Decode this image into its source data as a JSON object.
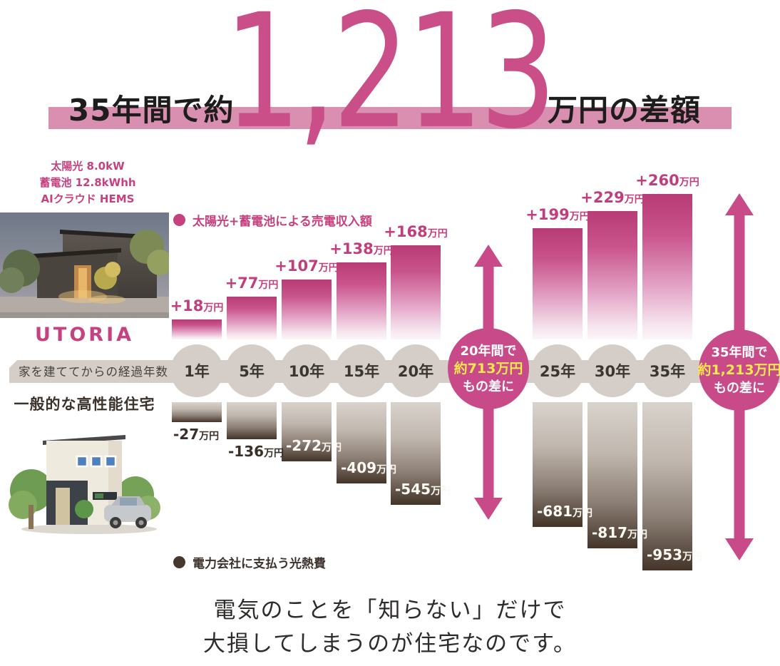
{
  "header": {
    "prefix": "35年間で約",
    "big_number": "1,213",
    "suffix": "万円の差額"
  },
  "utoria": {
    "specs": [
      "太陽光 8.0kW",
      "蓄電池 12.8kWhh",
      "AIクラウド HEMS"
    ],
    "brand": "UTORIA"
  },
  "general_house": {
    "label": "一般的な高性能住宅"
  },
  "timeline": {
    "axis_label": "家を建ててからの経過年数"
  },
  "legends": {
    "income": "太陽光+蓄電池による売電収入額",
    "cost": "電力会社に支払う光熱費"
  },
  "badges": [
    {
      "lines": [
        "20年間で",
        "約713万円",
        "もの差に"
      ]
    },
    {
      "lines": [
        "35年間で",
        "約1,213万円",
        "もの差に"
      ]
    }
  ],
  "footer": {
    "lines": [
      "電気のことを「知らない」だけで",
      "大損してしまうのが住宅なのです。"
    ]
  },
  "colors": {
    "pink": "#c6417f",
    "badge_pink": "#c94a88",
    "title_band_pink": "#d98fb0",
    "dark_brown": "#46372f",
    "band_gray": "#d5cec8",
    "yellow": "#f7e84d"
  },
  "chart_data": {
    "type": "bar",
    "categories": [
      "1年",
      "5年",
      "10年",
      "15年",
      "20年",
      "25年",
      "30年",
      "35年"
    ],
    "series": [
      {
        "name": "太陽光+蓄電池による売電収入額",
        "values": [
          18,
          77,
          107,
          138,
          168,
          199,
          229,
          260
        ]
      },
      {
        "name": "電力会社に支払う光熱費",
        "values": [
          -27,
          -136,
          -272,
          -409,
          -545,
          -681,
          -817,
          -953
        ]
      }
    ],
    "unit": "万円",
    "xlabel": "家を建ててからの経過年数",
    "grid": false,
    "legend_position": "left",
    "annotations": [
      {
        "at": "20年",
        "value": 713,
        "text": "20年間で約713万円もの差に"
      },
      {
        "at": "35年",
        "value": 1213,
        "text": "35年間で約1,213万円もの差に"
      }
    ]
  }
}
